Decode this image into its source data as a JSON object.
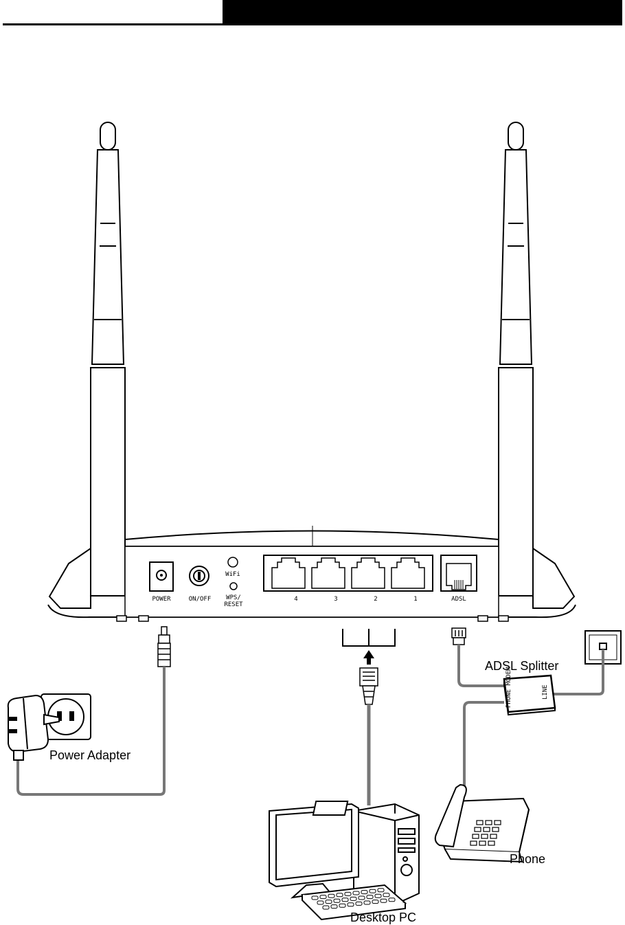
{
  "router": {
    "power_label": "POWER",
    "onoff_label": "ON/OFF",
    "wifi_label": "WiFi",
    "wps_label_1": "WPS/",
    "wps_label_2": "RESET",
    "lan_ports": [
      "4",
      "3",
      "2",
      "1"
    ],
    "adsl_label": "ADSL"
  },
  "splitter": {
    "title": "ADSL Splitter",
    "port_left": "PHONE MODEM",
    "port_right": "LINE"
  },
  "devices": {
    "power_adapter": "Power Adapter",
    "desktop_pc": "Desktop PC",
    "phone": "Phone"
  },
  "colors": {
    "cable": "#777777",
    "line": "#000000"
  }
}
